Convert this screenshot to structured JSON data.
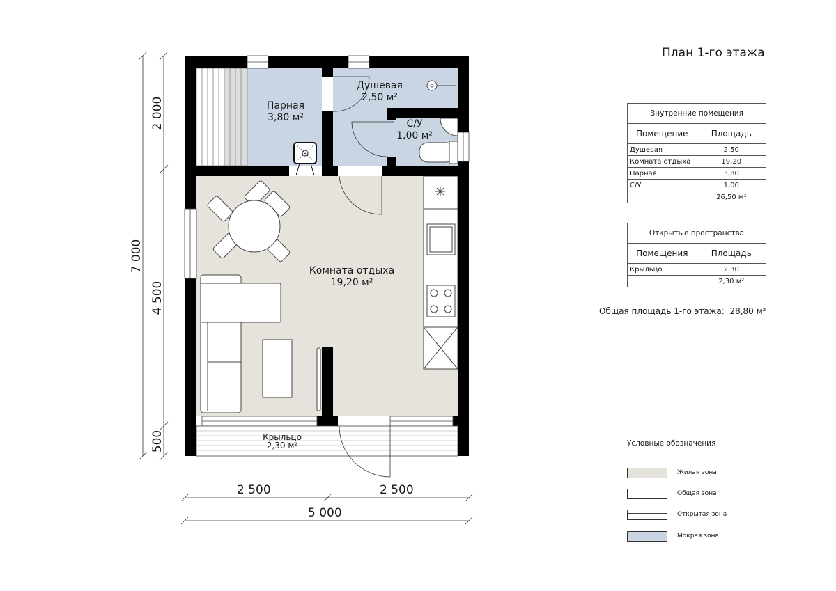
{
  "title": "План 1-го этажа",
  "colors": {
    "wet": "#c9d5e3",
    "living": "#e6e2dc",
    "wall": "#000000"
  },
  "rooms": {
    "sauna": {
      "name": "Парная",
      "area": "3,80 м²"
    },
    "shower": {
      "name": "Душевая",
      "area": "2,50 м²"
    },
    "wc": {
      "name": "С/У",
      "area": "1,00 м²"
    },
    "living": {
      "name": "Комната отдыха",
      "area": "19,20 м²"
    },
    "porch": {
      "name": "Крыльцо",
      "area": "2,30 м²"
    }
  },
  "dimensions": {
    "v_2000": "2 000",
    "v_4500": "4 500",
    "v_500": "500",
    "v_7000": "7 000",
    "h_2500_left": "2 500",
    "h_2500_right": "2 500",
    "h_5000": "5 000"
  },
  "interior_table": {
    "caption": "Внутренние помещения",
    "headers": [
      "Помещение",
      "Площадь"
    ],
    "rows": [
      [
        "Душевая",
        "2,50"
      ],
      [
        "Комната отдыха",
        "19,20"
      ],
      [
        "Парная",
        "3,80"
      ],
      [
        "С/У",
        "1,00"
      ]
    ],
    "total": "26,50 м²"
  },
  "open_table": {
    "caption": "Открытые пространства",
    "headers": [
      "Помещения",
      "Площадь"
    ],
    "rows": [
      [
        "Крыльцо",
        "2,30"
      ]
    ],
    "total": "2,30 м²"
  },
  "total_area": {
    "label": "Общая площадь 1-го этажа:",
    "value": "28,80 м²"
  },
  "legend": {
    "title": "Условные обозначения",
    "items": [
      "Жилая зона",
      "Общая зона",
      "Открытая зона",
      "Мокрая зона"
    ]
  }
}
